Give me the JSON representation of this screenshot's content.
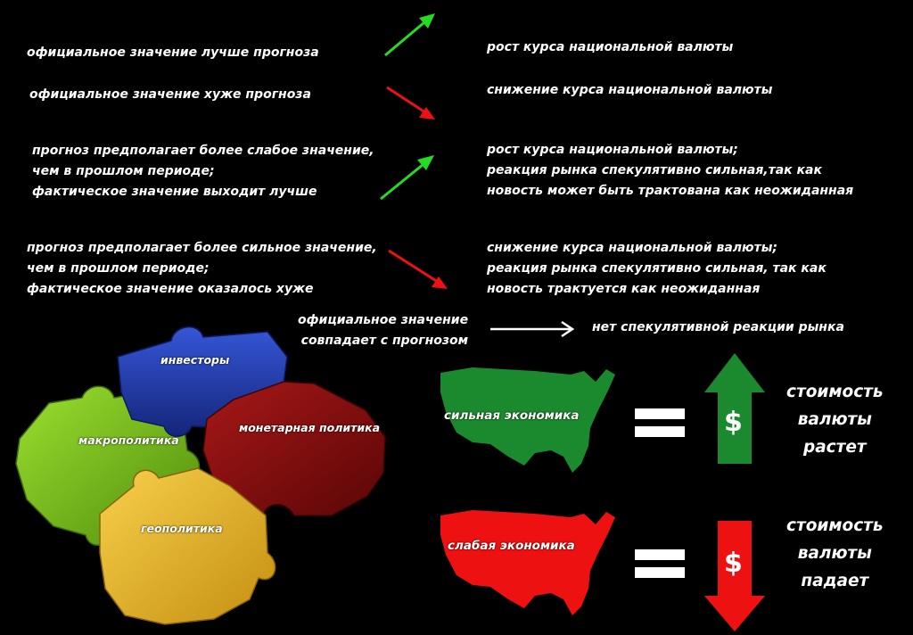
{
  "rules": [
    {
      "condition": "официальное значение лучше прогноза",
      "result": "рост курса национальной валюты",
      "direction": "up",
      "color": "#22dd22"
    },
    {
      "condition": "официальное значение хуже прогноза",
      "result": "снижение курса национальной валюты",
      "direction": "down",
      "color": "#ee1111"
    },
    {
      "condition": "прогноз предполагает более слабое значение,\nчем в прошлом периоде;\nфактическое значение выходит лучше",
      "result": "рост курса национальной валюты;\nреакция рынка спекулятивно сильная,так как\nновость может быть трактована как неожиданная",
      "direction": "up",
      "color": "#22dd22"
    },
    {
      "condition": "прогноз предполагает более сильное значение,\nчем в прошлом периоде;\nфактическое значение оказалось хуже",
      "result": "снижение курса национальной валюты;\nреакция рынка спекулятивно сильная, так как\nновость трактуется как неожиданная",
      "direction": "down",
      "color": "#ee1111"
    },
    {
      "condition": "официальное значение\nсовпадает с прогнозом",
      "result": "нет спекулятивной реакции рынка",
      "direction": "right",
      "color": "#ffffff"
    }
  ],
  "puzzle": {
    "pieces": [
      {
        "label": "инвесторы",
        "color": "#1f3aa8"
      },
      {
        "label": "макрополитика",
        "color": "#7cc21a"
      },
      {
        "label": "монетарная политика",
        "color": "#8a0f0f"
      },
      {
        "label": "геополитика",
        "color": "#e8b422"
      }
    ]
  },
  "economies": [
    {
      "map_label": "сильная экономика",
      "map_color": "#1b8a2e",
      "arrow": "up",
      "arrow_color": "#1b8a2e",
      "symbol": "$",
      "outcome": "стоимость\nвалюты\nрастет"
    },
    {
      "map_label": "слабая экономика",
      "map_color": "#ee1111",
      "arrow": "down",
      "arrow_color": "#ee1111",
      "symbol": "$",
      "outcome": "стоимость\nвалюты\nпадает"
    }
  ]
}
